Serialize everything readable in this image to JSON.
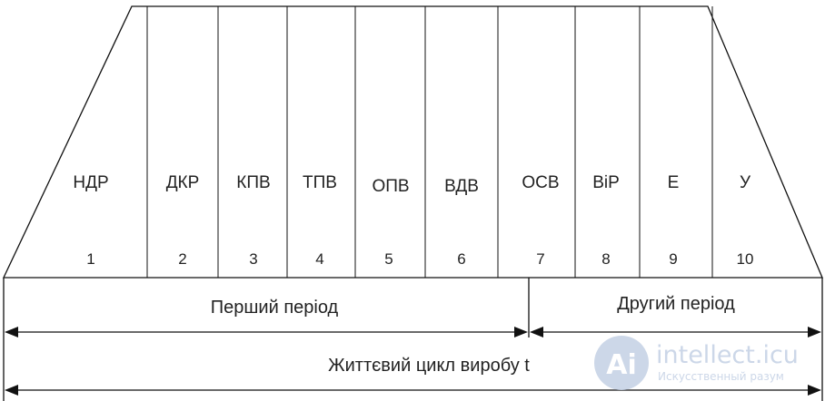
{
  "stages": [
    {
      "abbr": "НДР",
      "num": "1"
    },
    {
      "abbr": "ДКР",
      "num": "2"
    },
    {
      "abbr": "КПВ",
      "num": "3"
    },
    {
      "abbr": "ТПВ",
      "num": "4"
    },
    {
      "abbr": "ОПВ",
      "num": "5"
    },
    {
      "abbr": "ВДВ",
      "num": "6"
    },
    {
      "abbr": "ОСВ",
      "num": "7"
    },
    {
      "abbr": "ВіР",
      "num": "8"
    },
    {
      "abbr": "Е",
      "num": "9"
    },
    {
      "abbr": "У",
      "num": "10"
    }
  ],
  "periods": {
    "first": "Перший період",
    "second": "Другий період"
  },
  "lifecycle_label": "Життєвий цикл виробу t",
  "watermark": {
    "brand": "intellect.icu",
    "tagline": "Искусственный разум"
  },
  "colors": {
    "line": "#111111",
    "text": "#222222",
    "watermark": "#c7d3e6"
  }
}
